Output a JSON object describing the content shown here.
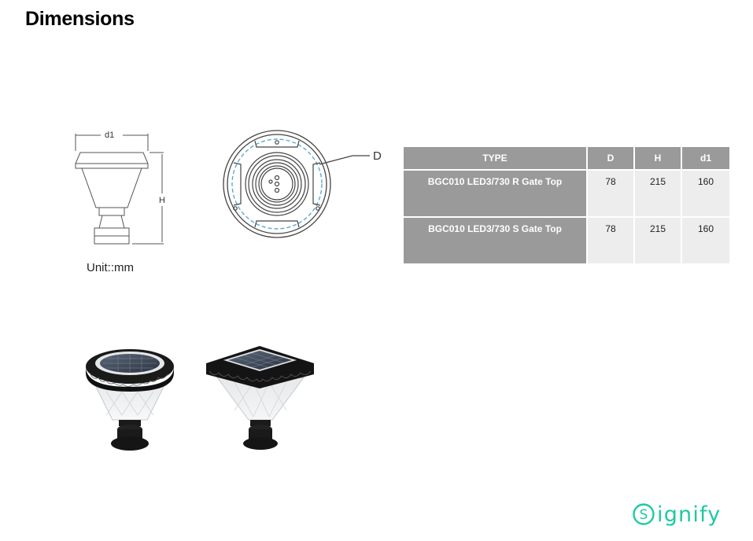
{
  "page": {
    "title": "Dimensions"
  },
  "drawings": {
    "side_view_label_width": "d1",
    "side_view_label_height": "H",
    "top_view_label_diameter": "D",
    "unit_label": "Unit::mm"
  },
  "spec_table": {
    "headers": {
      "type": "TYPE",
      "d": "D",
      "h": "H",
      "d1": "d1"
    },
    "rows": [
      {
        "type": "BGC010 LED3/730 R Gate Top",
        "d": "78",
        "h": "215",
        "d1": "160"
      },
      {
        "type": "BGC010 LED3/730 S Gate Top",
        "d": "78",
        "h": "215",
        "d1": "160"
      }
    ]
  },
  "brand": {
    "name": "ignify",
    "initial": "S",
    "color": "#1ec9a4"
  },
  "colors": {
    "table_header": "#9a9a9a",
    "table_value": "#ededed",
    "drawing_blue": "#5aaad6"
  }
}
